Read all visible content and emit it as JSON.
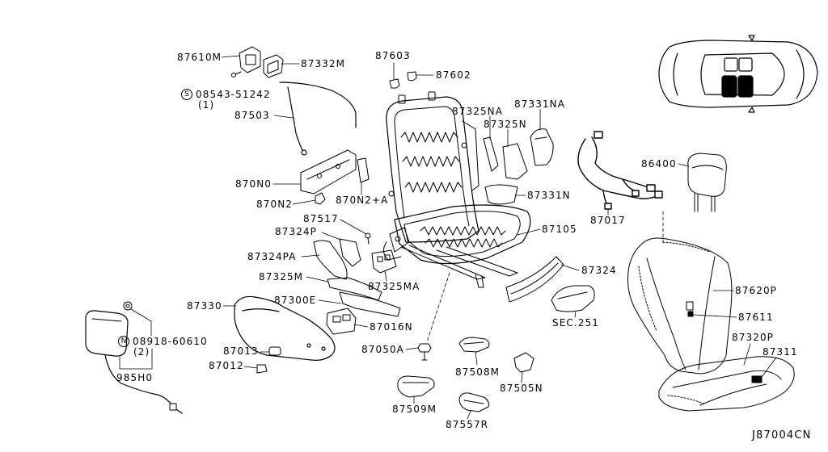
{
  "diagram_code": "J87004CN",
  "callouts": [
    "87610M",
    "87332M",
    "87603",
    "87602",
    "87503",
    "87325NA",
    "87331NA",
    "87325N",
    "870N0",
    "870N2",
    "870N2+A",
    "87331N",
    "86400",
    "87017",
    "87517",
    "87324P",
    "87105",
    "87324PA",
    "87325M",
    "87325MA",
    "87324",
    "87620P",
    "87330",
    "87300E",
    "87611",
    "87016N",
    "SEC.251",
    "87013",
    "87050A",
    "87320P",
    "87311",
    "87012",
    "985H0",
    "87508M",
    "87505N",
    "87509M",
    "87557R"
  ],
  "fasteners": [
    {
      "symbol": "S",
      "part_number": "08543-51242",
      "quantity": "(1)"
    },
    {
      "symbol": "N",
      "part_number": "08918-60610",
      "quantity": "(2)"
    }
  ]
}
